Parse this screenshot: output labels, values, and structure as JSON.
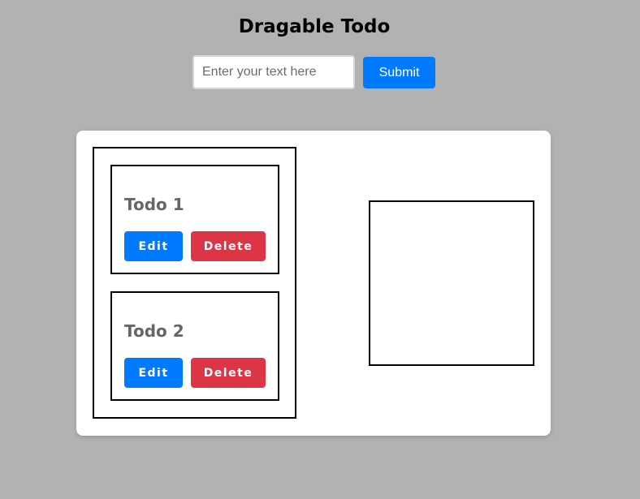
{
  "header": {
    "title": "Dragable Todo"
  },
  "form": {
    "input_placeholder": "Enter your text here",
    "input_value": "",
    "submit_label": "Submit"
  },
  "todos": [
    {
      "title": "Todo 1",
      "edit_label": "Edit",
      "delete_label": "Delete"
    },
    {
      "title": "Todo 2",
      "edit_label": "Edit",
      "delete_label": "Delete"
    }
  ],
  "colors": {
    "background": "#b2b2b2",
    "primary": "#007bff",
    "danger": "#dc3545",
    "board": "#ffffff"
  }
}
